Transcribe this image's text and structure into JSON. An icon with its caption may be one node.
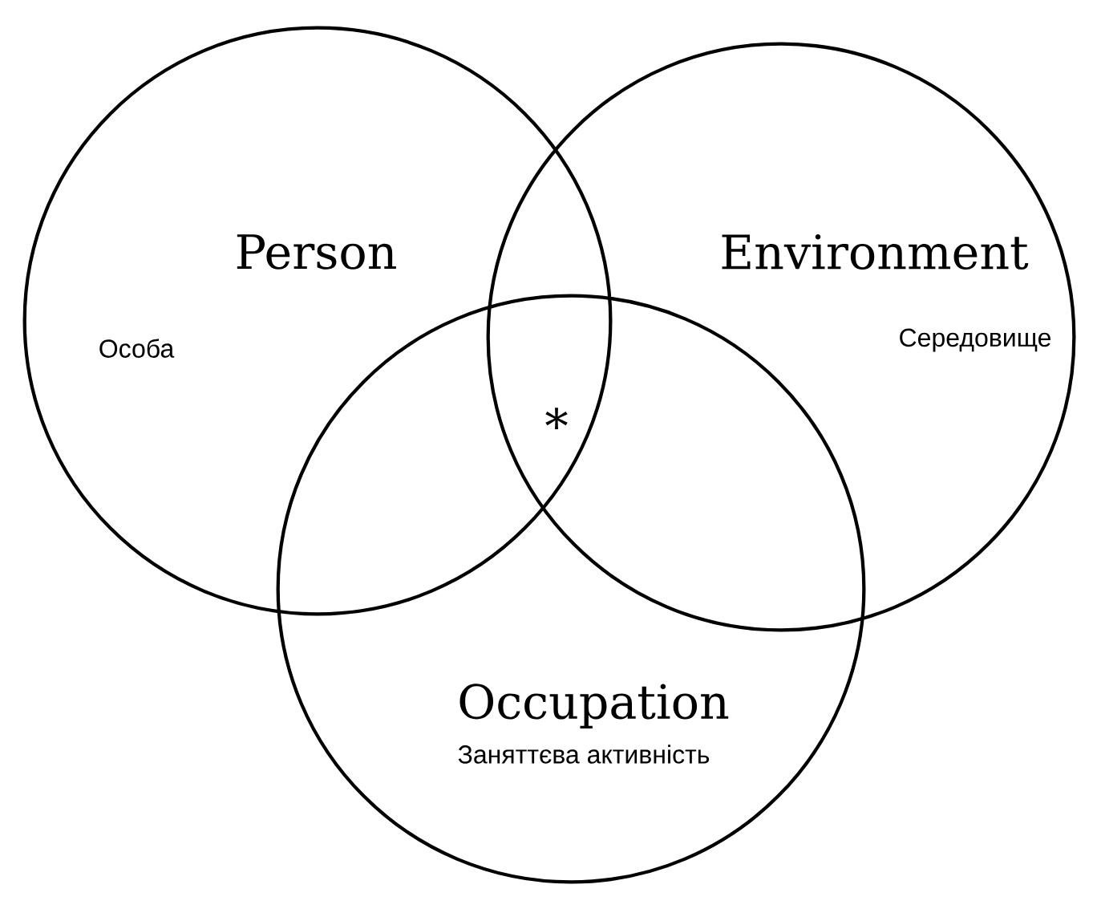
{
  "diagram": {
    "nodes": [
      {
        "text": [
          "Person",
          "Особа"
        ]
      },
      {
        "text": [
          "Environment",
          "Середовище"
        ]
      },
      {
        "text": [
          "Occupation",
          "Заняттєва активність"
        ]
      }
    ],
    "labels": [
      "*"
    ]
  }
}
